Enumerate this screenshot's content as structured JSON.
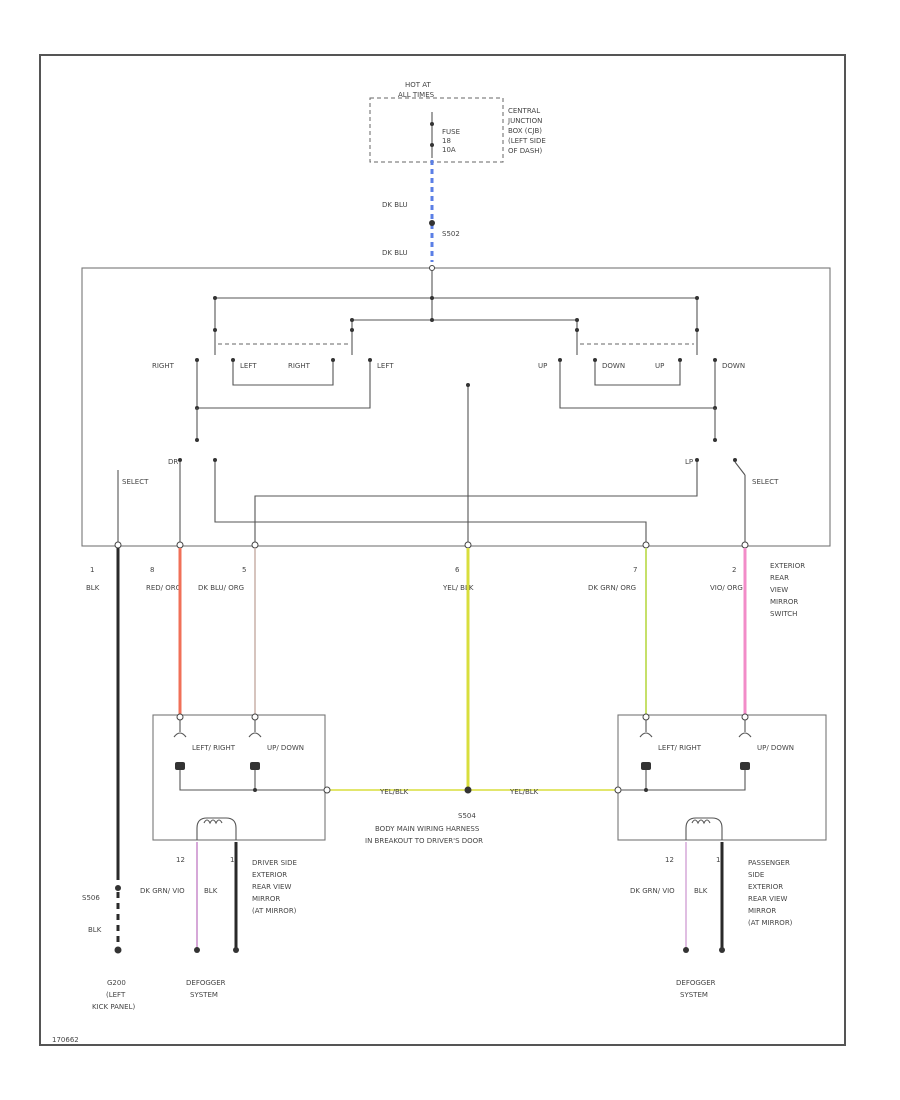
{
  "colors": {
    "blue_wire": "#5b7fe6",
    "red_wire": "#f07058",
    "yellow_wire": "#d8de3c",
    "green_wire": "#c6e06a",
    "pink_wire": "#f28cc8",
    "violet_wire": "#d6a8d8",
    "blk_wire": "#2a2a2a",
    "brown_wire": "#c9b0a8"
  },
  "power": {
    "hot_line1": "HOT AT",
    "hot_line2": "ALL TIMES",
    "fuse_line1": "FUSE",
    "fuse_line2": "18",
    "fuse_line3": "10A",
    "cjb_lines": [
      "CENTRAL",
      "JUNCTION",
      "BOX (CJB)",
      "(LEFT SIDE",
      "OF DASH)"
    ],
    "wire_top": "DK BLU",
    "splice": "S502",
    "wire_bottom": "DK BLU"
  },
  "switch": {
    "labels": {
      "right_1": "RIGHT",
      "left_1": "LEFT",
      "right_2": "RIGHT",
      "left_2": "LEFT",
      "up_1": "UP",
      "down_1": "DOWN",
      "up_2": "UP",
      "down_2": "DOWN",
      "select_left": "SELECT",
      "select_right": "SELECT",
      "dr": "DR",
      "lp": "LP"
    },
    "name_lines": [
      "EXTERIOR",
      "REAR",
      "VIEW",
      "MIRROR",
      "SWITCH"
    ]
  },
  "pins": [
    {
      "num": "1",
      "color": "BLK"
    },
    {
      "num": "8",
      "color": "RED/ ORG"
    },
    {
      "num": "5",
      "color": "DK BLU/ ORG"
    },
    {
      "num": "6",
      "color": "YEL/ BLK"
    },
    {
      "num": "7",
      "color": "DK GRN/ ORG"
    },
    {
      "num": "2",
      "color": "VIO/ ORG"
    }
  ],
  "ground": {
    "splice": "S506",
    "wire": "BLK",
    "name_lines": [
      "G200",
      "(LEFT",
      "KICK PANEL)"
    ]
  },
  "driver_mirror": {
    "left_right": "LEFT/ RIGHT",
    "up_down": "UP/ DOWN",
    "pin12": "12",
    "pin1": "1",
    "wire_12": "DK GRN/ VIO",
    "wire_1": "BLK",
    "name_lines": [
      "DRIVER SIDE",
      "EXTERIOR",
      "REAR VIEW",
      "MIRROR",
      "(AT MIRROR)"
    ],
    "defogger_lines": [
      "DEFOGGER",
      "SYSTEM"
    ]
  },
  "passenger_mirror": {
    "left_right": "LEFT/ RIGHT",
    "up_down": "UP/ DOWN",
    "pin12": "12",
    "pin1": "1",
    "wire_12": "DK GRN/ VIO",
    "wire_1": "BLK",
    "name_lines": [
      "PASSENGER",
      "SIDE",
      "EXTERIOR",
      "REAR VIEW",
      "MIRROR",
      "(AT MIRROR)"
    ],
    "defogger_lines": [
      "DEFOGGER",
      "SYSTEM"
    ]
  },
  "common": {
    "wire_left": "YEL/BLK",
    "wire_right": "YEL/BLK",
    "splice": "S504",
    "harness_lines": [
      "BODY MAIN WIRING HARNESS",
      "IN BREAKOUT TO DRIVER'S DOOR"
    ]
  },
  "footer": {
    "code": "170662"
  }
}
